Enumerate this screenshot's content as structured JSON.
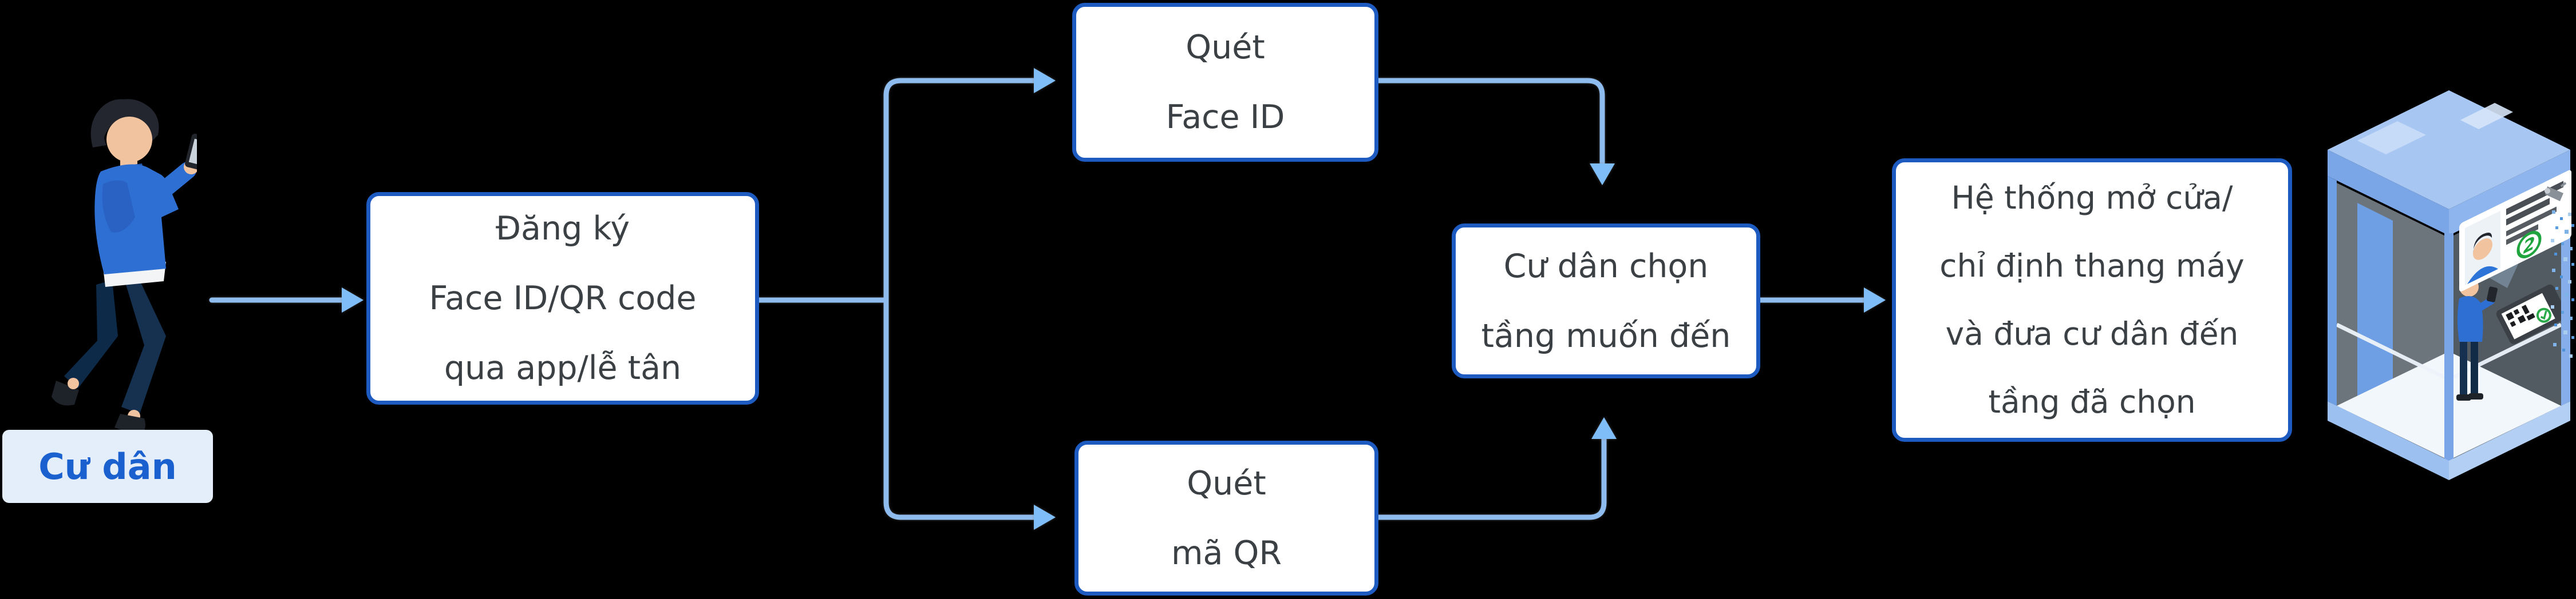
{
  "diagram_title": "Resident Face ID / QR elevator access flow",
  "colors": {
    "background": "#000000",
    "connector_line": "#8FBCEF",
    "arrowhead": "#7FBDF8",
    "node_border": "#1E5BC1",
    "node_background": "#FFFFFF",
    "node_text": "#3B4045",
    "actor_label_background": "#E4EEFB",
    "actor_label_text": "#1A60CE",
    "badge_green": "#1FA43E"
  },
  "actor": {
    "label": "Cư dân"
  },
  "nodes": {
    "register": {
      "lines": [
        "Đăng ký",
        "Face ID/QR code",
        "qua app/lễ tân"
      ]
    },
    "scan_face": {
      "lines": [
        "Quét",
        "Face ID"
      ]
    },
    "scan_qr": {
      "lines": [
        "Quét",
        "mã QR"
      ]
    },
    "choose_floor": {
      "lines": [
        "Cư dân chọn",
        "tầng muốn đến"
      ]
    },
    "system": {
      "lines": [
        "Hệ thống mở cửa/",
        "chỉ định thang máy",
        "và đưa cư dân đến",
        "tầng đã chọn"
      ]
    }
  },
  "elevator": {
    "floor_badge": "2"
  },
  "icons": [
    "person-walking-phone-illustration",
    "elevator-cabin-illustration",
    "face-scan-panel",
    "qr-tablet",
    "security-camera",
    "green-check"
  ]
}
